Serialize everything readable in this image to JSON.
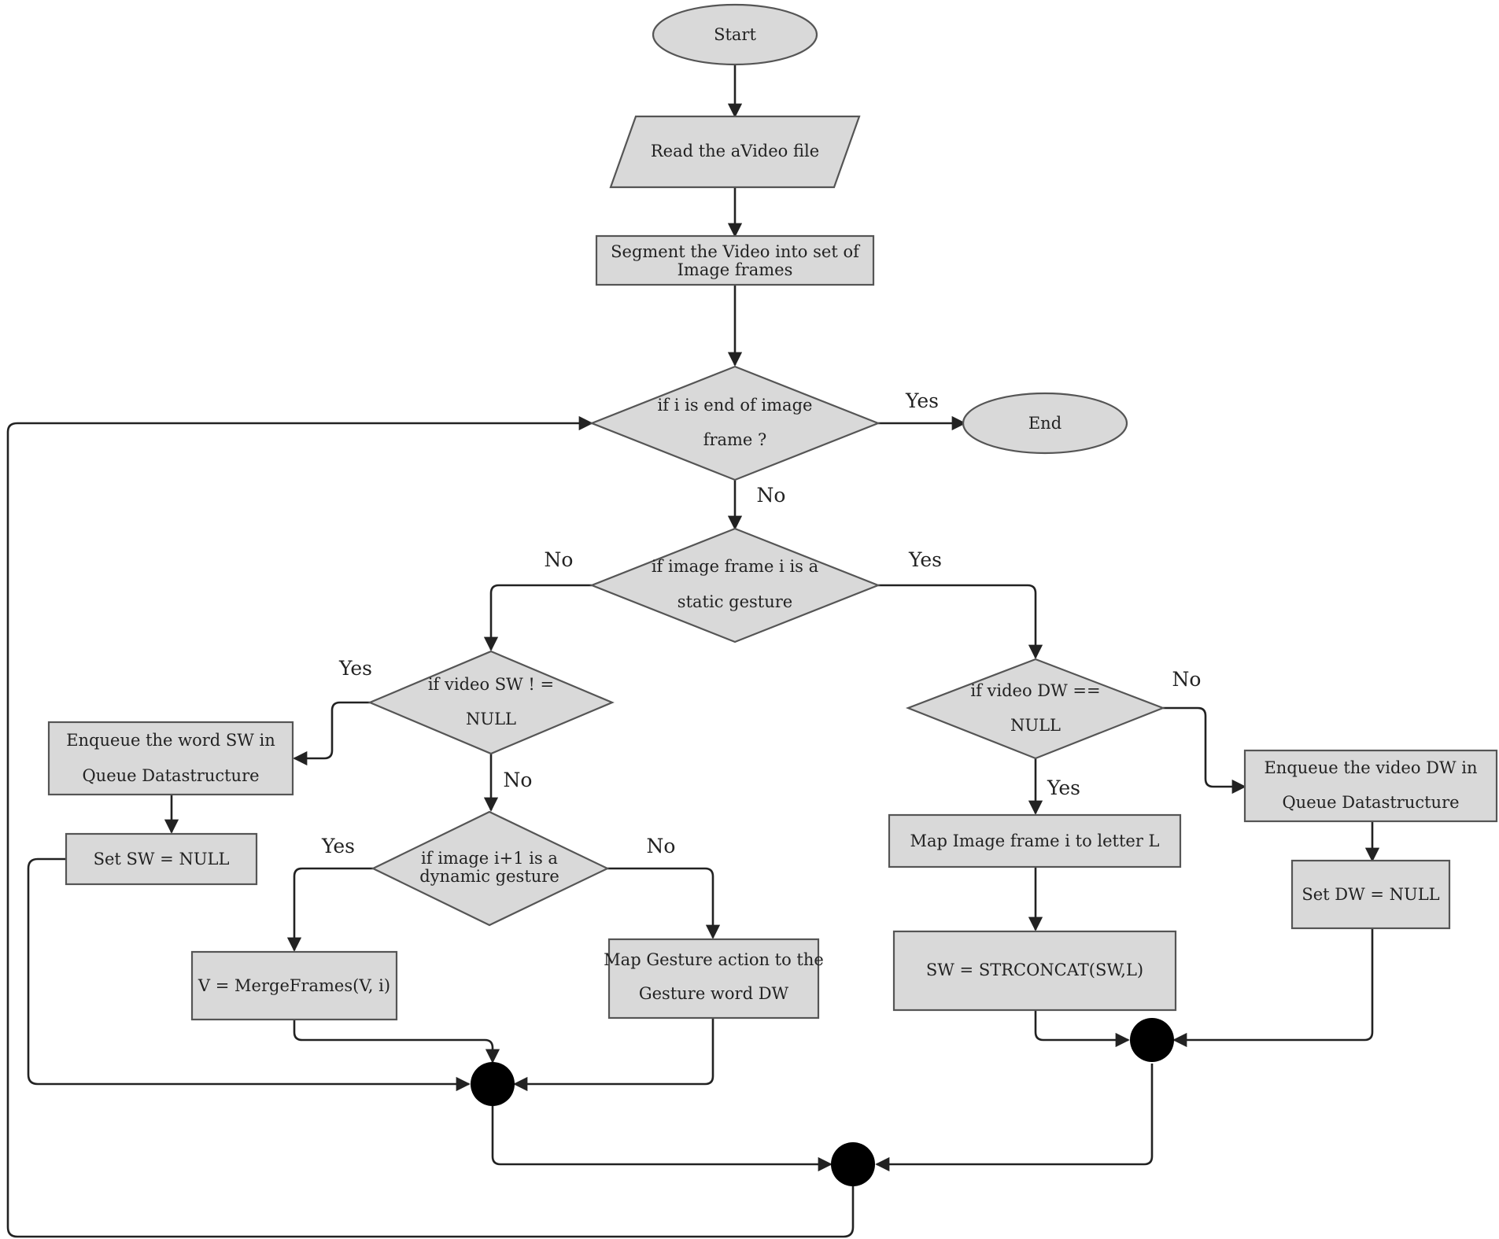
{
  "nodes": {
    "start": "Start",
    "read_video": "Read the aVideo file",
    "segment": [
      "Segment the Video into set of",
      "Image frames"
    ],
    "end_check": [
      "if i is end of image",
      "frame ?"
    ],
    "end": "End",
    "static_check": [
      "if image frame i is a",
      "static gesture"
    ],
    "sw_check": [
      "if video SW ! =",
      "NULL"
    ],
    "dw_check": [
      "if video DW  ==",
      "NULL"
    ],
    "enqueue_sw": [
      "Enqueue the word SW in",
      "Queue Datastructure"
    ],
    "set_sw_null": "Set SW = NULL",
    "dynamic_check": [
      "if  image i+1 is a",
      "dynamic gesture"
    ],
    "merge_frames": "V = MergeFrames(V, i)",
    "map_gesture": [
      "Map Gesture action to the",
      "Gesture word DW"
    ],
    "map_image": "Map Image frame i to letter L",
    "strconcat": "SW = STRCONCAT(SW,L)",
    "enqueue_dw": [
      "Enqueue the video DW in",
      "Queue Datastructure"
    ],
    "set_dw_null": "Set DW = NULL"
  },
  "edge_labels": {
    "end_yes": "Yes",
    "end_no": "No",
    "static_no": "No",
    "static_yes": "Yes",
    "sw_yes": "Yes",
    "sw_no": "No",
    "dw_no": "No",
    "dw_yes": "Yes",
    "dyn_yes": "Yes",
    "dyn_no": "No"
  }
}
